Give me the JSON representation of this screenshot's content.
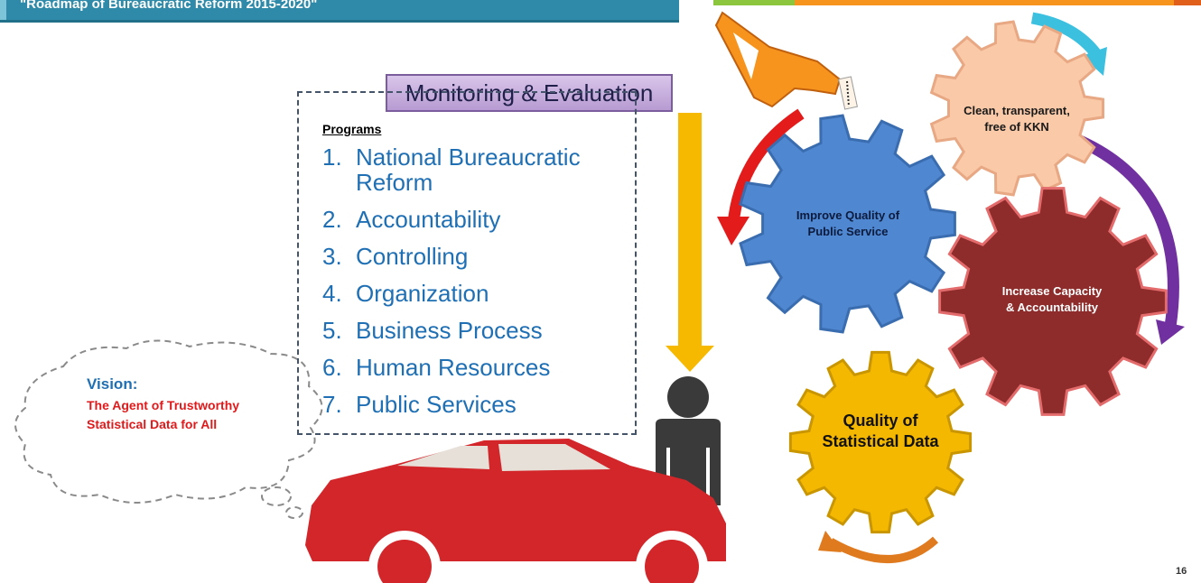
{
  "header": {
    "title": "\"Roadmap of Bureaucratic Reform 2015-2020\""
  },
  "monitoring": {
    "label": "Monitoring & Evaluation"
  },
  "programs": {
    "heading": "Programs",
    "items": [
      {
        "num": "1.",
        "label": "National Bureaucratic Reform"
      },
      {
        "num": "2.",
        "label": "Accountability"
      },
      {
        "num": "3.",
        "label": "Controlling"
      },
      {
        "num": "4.",
        "label": "Organization"
      },
      {
        "num": "5.",
        "label": "Business Process"
      },
      {
        "num": "6.",
        "label": "Human Resources"
      },
      {
        "num": "7.",
        "label": "Public Services"
      }
    ]
  },
  "vision": {
    "label": "Vision:",
    "text": "The Agent of Trustworthy Statistical Data for All"
  },
  "gears": {
    "clean": "Clean, transparent, free of KKN",
    "improve": "Improve Quality of Public Service",
    "increase": "Increase Capacity & Accountability",
    "quality": "Quality of Statistical Data"
  },
  "page_number": "16",
  "colors": {
    "header_bg": "#2e8aa8",
    "program_text": "#1f6fb4",
    "vision_text": "#e0191b",
    "gear_clean": "#f9c9a8",
    "gear_improve": "#4f87d1",
    "gear_increase": "#8e2b2b",
    "gear_quality": "#f5b800",
    "car": "#d3262a",
    "arrow_down": "#f7b900"
  },
  "icons": [
    "fuel-nozzle-icon",
    "person-icon",
    "car-icon",
    "cloud-icon",
    "gear-icon"
  ]
}
